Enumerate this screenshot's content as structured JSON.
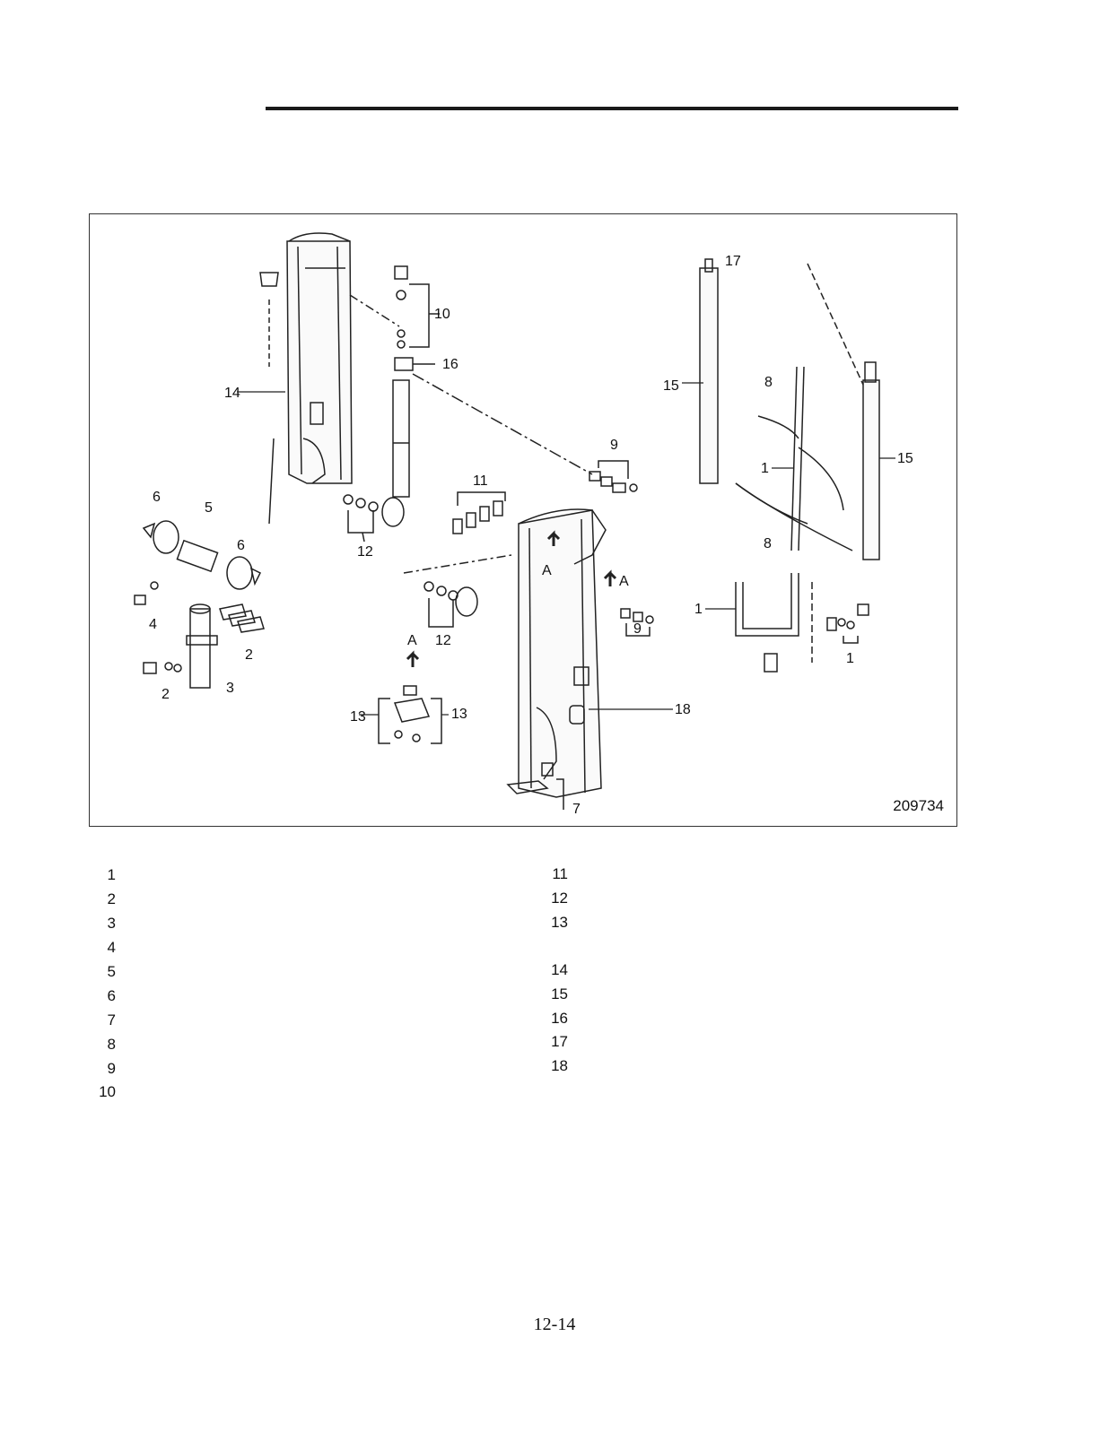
{
  "figure": {
    "number": "209734",
    "callouts": [
      "1",
      "2",
      "3",
      "4",
      "5",
      "6",
      "7",
      "8",
      "9",
      "10",
      "11",
      "12",
      "13",
      "14",
      "15",
      "16",
      "17",
      "18",
      "A"
    ]
  },
  "legend": {
    "left": [
      "1",
      "2",
      "3",
      "4",
      "5",
      "6",
      "7",
      "8",
      "9",
      "10"
    ],
    "right_a": [
      "11",
      "12",
      "13"
    ],
    "right_b": [
      "14",
      "15",
      "16",
      "17",
      "18"
    ]
  },
  "page_number": "12-14"
}
